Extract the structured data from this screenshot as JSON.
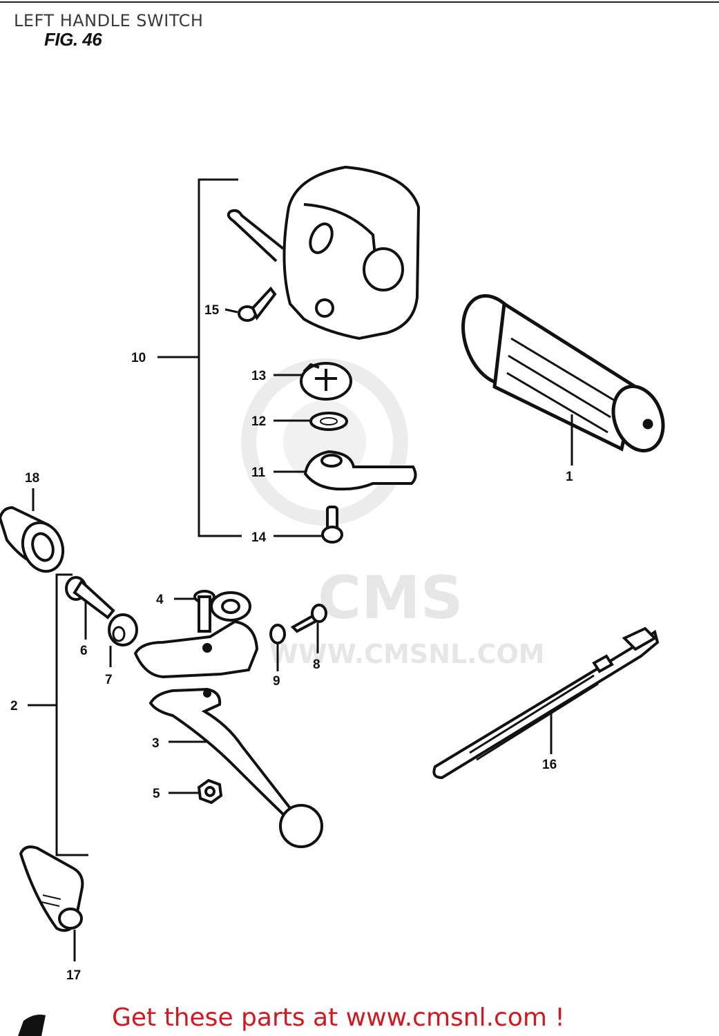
{
  "header": {
    "title": "LEFT HANDLE SWITCH",
    "figure_label": "FIG. 46"
  },
  "watermark": {
    "brand": "CMS",
    "url": "WWW.CMSNL.COM"
  },
  "callouts": {
    "c1": "1",
    "c2": "2",
    "c3": "3",
    "c4": "4",
    "c5": "5",
    "c6": "6",
    "c7": "7",
    "c8": "8",
    "c9": "9",
    "c10": "10",
    "c11": "11",
    "c12": "12",
    "c13": "13",
    "c14": "14",
    "c15": "15",
    "c16": "16",
    "c17": "17",
    "c18": "18"
  },
  "footer": {
    "promo_text": "Get these parts at www.cmsnl.com !",
    "promo_color": "#d6161e"
  }
}
